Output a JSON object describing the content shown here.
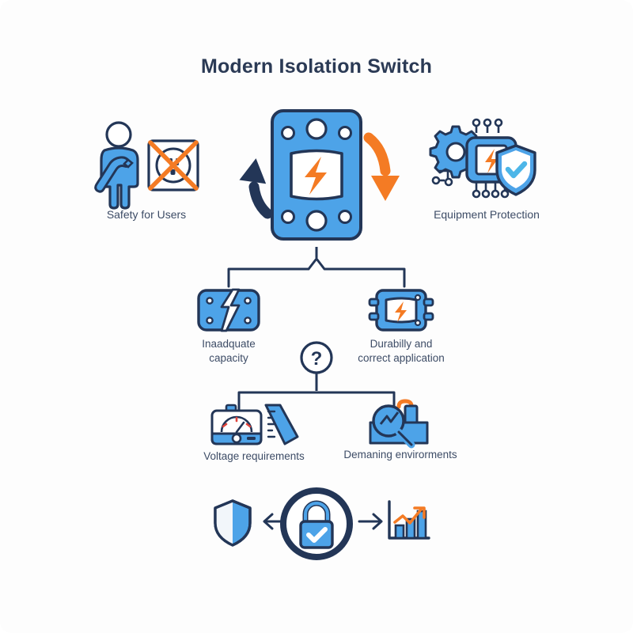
{
  "page": {
    "title": "Modern Isolation Switch",
    "background_color": "#fdfdfd"
  },
  "palette": {
    "navy": "#233657",
    "blue": "#4da3e8",
    "blue_dark": "#3891dd",
    "blue_light": "#8cc8f2",
    "orange": "#f47b24",
    "orange_light": "#f7903f",
    "white": "#ffffff",
    "text": "#3d4c66",
    "red": "#e0443c"
  },
  "top_row": {
    "left": {
      "label": "Safety for Users",
      "icons": [
        "worker-with-wrench-icon",
        "crossed-out-socket-icon"
      ]
    },
    "center": {
      "icon": "isolation-switch-icon",
      "bolt": "lightning-bolt-icon",
      "arrows": {
        "left": {
          "icon": "curved-arrow-up-left-icon",
          "color": "#233657"
        },
        "right": {
          "icon": "curved-arrow-down-right-icon",
          "color": "#f47b24"
        }
      }
    },
    "right": {
      "label": "Equipment Protection",
      "icons": [
        "gear-icon",
        "microchip-icon",
        "shield-check-icon"
      ]
    }
  },
  "branch_upper": {
    "connector": "bracket-connector-peak",
    "items": [
      {
        "label": "Inaadquate\ncapacity",
        "icon": "cracked-bolt-device-icon"
      },
      {
        "label": "Durabilly and\ncorrect application",
        "icon": "switch-module-icon"
      }
    ],
    "hub": {
      "icon": "question-mark-circle-icon",
      "glyph": "?"
    }
  },
  "branch_lower": {
    "connector": "bracket-connector",
    "items": [
      {
        "label": "Voltage requirements",
        "icon": "voltmeter-and-ruler-icon"
      },
      {
        "label": "Demaning envirorments",
        "icon": "magnifier-factory-icon"
      }
    ]
  },
  "bottom_row": {
    "left": {
      "icon": "shield-icon"
    },
    "left_arrow": {
      "icon": "arrow-left-icon",
      "glyph": "←"
    },
    "center": {
      "icon": "lock-check-circle-icon"
    },
    "right_arrow": {
      "icon": "arrow-right-icon",
      "glyph": "→"
    },
    "right": {
      "icon": "growth-bar-chart-icon"
    }
  }
}
